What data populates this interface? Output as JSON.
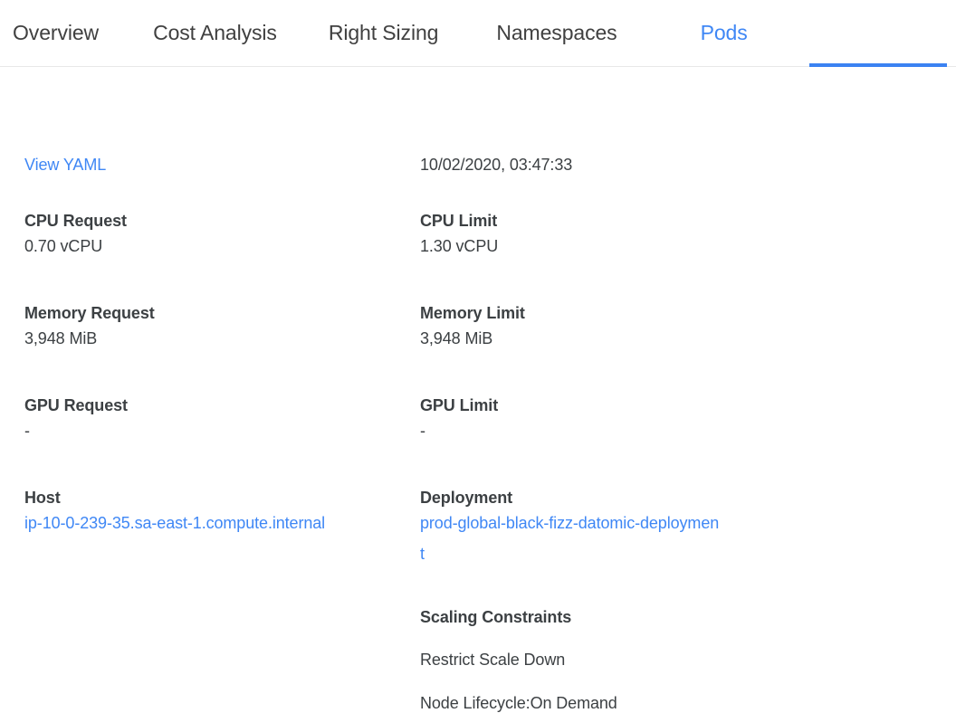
{
  "tabs": [
    {
      "label": "Overview",
      "active": false
    },
    {
      "label": "Cost Analysis",
      "active": false
    },
    {
      "label": "Right Sizing",
      "active": false
    },
    {
      "label": "Namespaces",
      "active": false
    },
    {
      "label": "Pods",
      "active": true
    }
  ],
  "colors": {
    "link": "#3f87f5",
    "active_tab": "#3f87f5",
    "active_underline": "#3b82f2",
    "text": "#3c4043",
    "border": "#e8e8e8"
  },
  "header_row": {
    "view_yaml_label": "View YAML",
    "timestamp": "10/02/2020, 03:47:33"
  },
  "left_column": {
    "cpu_request": {
      "label": "CPU Request",
      "value": "0.70 vCPU"
    },
    "memory_request": {
      "label": "Memory Request",
      "value": "3,948 MiB"
    },
    "gpu_request": {
      "label": "GPU Request",
      "value": "-"
    },
    "host": {
      "label": "Host",
      "value": "ip-10-0-239-35.sa-east-1.compute.internal"
    }
  },
  "right_column": {
    "cpu_limit": {
      "label": "CPU Limit",
      "value": "1.30 vCPU"
    },
    "memory_limit": {
      "label": "Memory Limit",
      "value": "3,948 MiB"
    },
    "gpu_limit": {
      "label": "GPU Limit",
      "value": "-"
    },
    "deployment": {
      "label": "Deployment",
      "value": "prod-global-black-fizz-datomic-deployment"
    },
    "scaling_constraints": {
      "label": "Scaling Constraints",
      "items": [
        "Restrict Scale Down",
        "Node Lifecycle:On Demand"
      ]
    }
  }
}
